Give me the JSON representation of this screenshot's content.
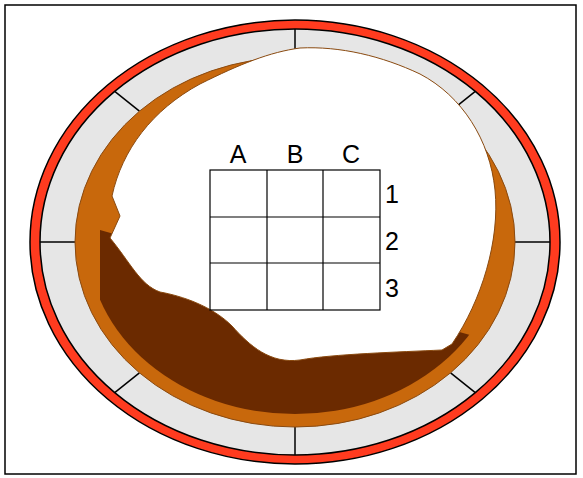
{
  "diagram": {
    "labels": [
      "A",
      "B",
      "C",
      "1",
      "2",
      "3"
    ]
  }
}
